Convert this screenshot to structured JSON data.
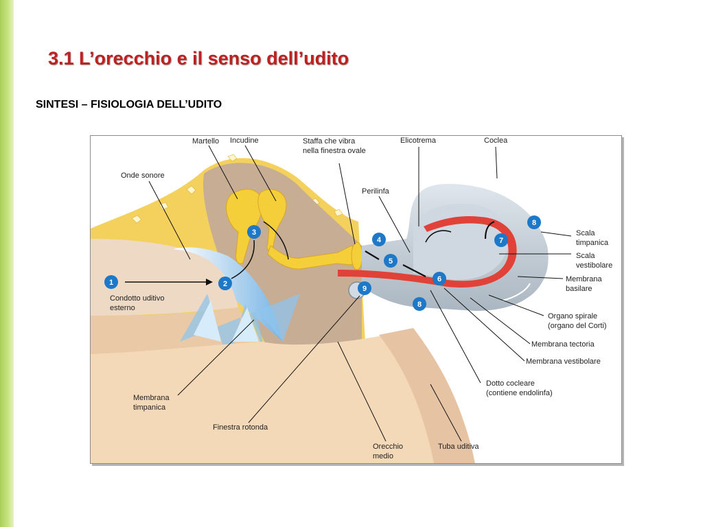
{
  "slide": {
    "title": "3.1 L’orecchio e il senso dell’udito",
    "subtitle": "SINTESI – FISIOLOGIA DELL’UDITO",
    "accent_color": "#c0201f",
    "sidebar_color": "#b5d86a"
  },
  "diagram": {
    "labels": {
      "martello": "Martello",
      "incudine": "Incudine",
      "staffa_1": "Staffa che vibra",
      "staffa_2": "nella finestra ovale",
      "elicotrema": "Elicotrema",
      "coclea": "Coclea",
      "onde_sonore": "Onde sonore",
      "perilinfa": "Perilinfa",
      "scala_timpanica_1": "Scala",
      "scala_timpanica_2": "timpanica",
      "scala_vestibolare_1": "Scala",
      "scala_vestibolare_2": "vestibolare",
      "membrana_basilare_1": "Membrana",
      "membrana_basilare_2": "basilare",
      "condotto_1": "Condotto uditivo",
      "condotto_2": "esterno",
      "organo_spirale_1": "Organo spirale",
      "organo_spirale_2": "(organo del Corti)",
      "membrana_tectoria": "Membrana tectoria",
      "membrana_vestibolare": "Membrana vestibolare",
      "membrana_timpanica_1": "Membrana",
      "membrana_timpanica_2": "timpanica",
      "dotto_cocleare_1": "Dotto cocleare",
      "dotto_cocleare_2": "(contiene endolinfa)",
      "finestra_rotonda": "Finestra rotonda",
      "orecchio_medio_1": "Orecchio",
      "orecchio_medio_2": "medio",
      "tuba_uditiva": "Tuba uditiva"
    },
    "steps": [
      "1",
      "2",
      "3",
      "4",
      "5",
      "6",
      "7",
      "8",
      "8",
      "9"
    ],
    "colors": {
      "bone": "#f2cc4a",
      "canal": "#eed9c4",
      "cavity": "#c6ad94",
      "cochlea": "#bfc9d2",
      "basilar": "#f4e04b",
      "duct": "#e0423a",
      "badge": "#1e78c8",
      "tympanic": "#7fb9e6"
    }
  }
}
